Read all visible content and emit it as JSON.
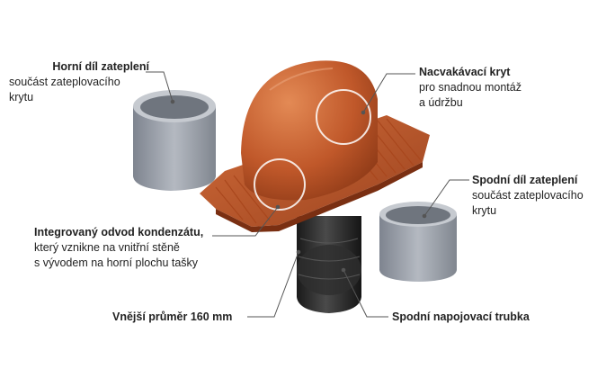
{
  "labels": {
    "top_insulation": {
      "title": "Horní díl zateplení",
      "line1": "součást zateplovacího",
      "line2": "krytu"
    },
    "snap_cover": {
      "title": "Nacvakávací kryt",
      "line1": "pro snadnou montáž",
      "line2": "a údržbu"
    },
    "bottom_insulation": {
      "title": "Spodní díl zateplení",
      "line1": "součást zateplovacího",
      "line2": "krytu"
    },
    "condensate": {
      "title": "Integrovaný odvod kondenzátu,",
      "line1": "který vznikne na vnitřní stěně",
      "line2": "s vývodem na horní plochu tašky"
    },
    "diameter": {
      "title": "Vnější průměr 160 mm"
    },
    "pipe": {
      "title": "Spodní napojovací trubka"
    }
  },
  "colors": {
    "terracotta": "#c0582a",
    "terracotta_dark": "#8e3a17",
    "insulation": "#9aa0aa",
    "pipe": "#2b2b2b",
    "leader": "#555555"
  },
  "icons": [
    "magnifier-circle"
  ]
}
